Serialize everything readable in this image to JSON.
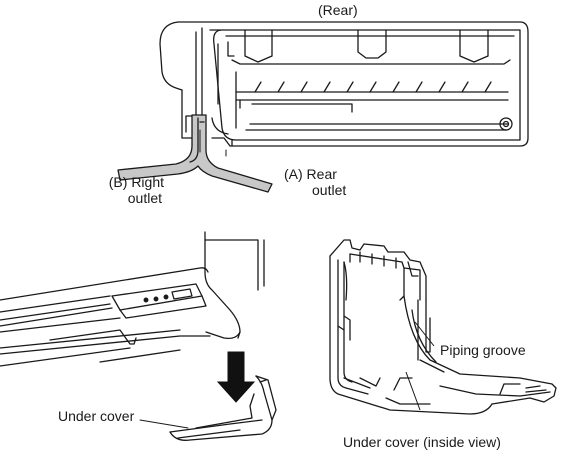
{
  "labels": {
    "rear": "(Rear)",
    "right_outlet_line1": "(B) Right",
    "right_outlet_line2": "outlet",
    "rear_outlet_line1": "(A) Rear",
    "rear_outlet_line2": "outlet",
    "piping_groove": "Piping groove",
    "under_cover": "Under cover",
    "under_cover_inside": "Under cover (inside view)"
  },
  "colors": {
    "line": "#1a1a1a",
    "pipe_fill": "#c8c8c8",
    "panel_fill": "#ffffff",
    "arrow": "#111111"
  }
}
